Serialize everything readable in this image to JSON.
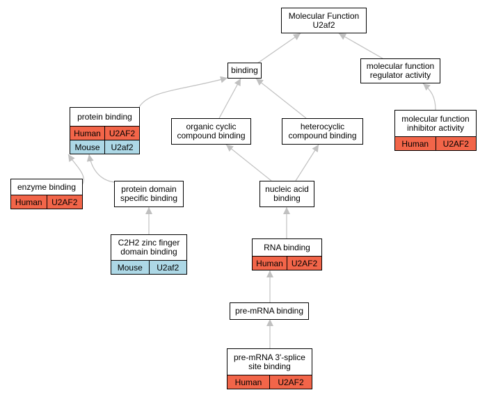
{
  "nodes": {
    "root": {
      "line1": "Molecular Function",
      "line2": "U2af2"
    },
    "binding": {
      "label": "binding"
    },
    "mfreg": {
      "line1": "molecular function",
      "line2": "regulator activity"
    },
    "protein": {
      "label": "protein binding",
      "rows": [
        {
          "species": "Human",
          "gene": "U2AF2"
        },
        {
          "species": "Mouse",
          "gene": "U2af2"
        }
      ]
    },
    "organic": {
      "line1": "organic cyclic",
      "line2": "compound binding"
    },
    "hetero": {
      "line1": "heterocyclic",
      "line2": "compound binding"
    },
    "inhibitor": {
      "line1": "molecular function",
      "line2": "inhibitor activity",
      "rows": [
        {
          "species": "Human",
          "gene": "U2AF2"
        }
      ]
    },
    "enzyme": {
      "label": "enzyme binding",
      "rows": [
        {
          "species": "Human",
          "gene": "U2AF2"
        }
      ]
    },
    "domain": {
      "line1": "protein domain",
      "line2": "specific binding"
    },
    "nucleic": {
      "line1": "nucleic acid",
      "line2": "binding"
    },
    "c2h2": {
      "line1": "C2H2 zinc finger",
      "line2": "domain binding",
      "rows": [
        {
          "species": "Mouse",
          "gene": "U2af2"
        }
      ]
    },
    "rna": {
      "label": "RNA binding",
      "rows": [
        {
          "species": "Human",
          "gene": "U2AF2"
        }
      ]
    },
    "premrna": {
      "label": "pre-mRNA binding"
    },
    "splice": {
      "line1": "pre-mRNA 3'-splice",
      "line2": "site binding",
      "rows": [
        {
          "species": "Human",
          "gene": "U2AF2"
        }
      ]
    }
  },
  "colors": {
    "human": "#f26549",
    "mouse": "#add8e6",
    "edge": "#c0c0c0"
  }
}
